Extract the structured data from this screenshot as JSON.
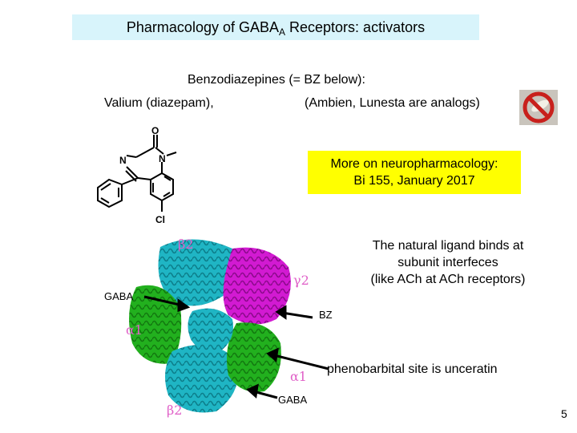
{
  "title": {
    "main": "Pharmacology of GABA",
    "sub": "A",
    "rest": " Receptors: activators"
  },
  "heading": "Benzodiazepines (= BZ below):",
  "valium": "Valium (diazepam),",
  "analogs": "(Ambien, Lunesta are analogs)",
  "more": {
    "line1": "More on neuropharmacology:",
    "line2": "Bi 155, January 2017"
  },
  "ligand": {
    "line1": "The natural ligand binds at",
    "line2": "subunit interfeces",
    "line3": "(like ACh at ACh receptors)"
  },
  "pheno": "phenobarbital site is unceratin",
  "page_number": "5",
  "structure_labels": {
    "o": "O",
    "n1": "N",
    "n2": "N",
    "cl": "Cl"
  },
  "protein_labels": {
    "beta2_top": "β2",
    "gamma2": "γ2",
    "gaba_left": "GABA",
    "alpha1_left": "α1",
    "bz": "BZ",
    "alpha1_bottom": "α1",
    "gaba_bottom": "GABA",
    "beta2_bottom": "β2"
  },
  "colors": {
    "title_bg": "#d8f4fb",
    "highlight": "#ffff00",
    "cyan": "#1fb5c4",
    "green": "#22b01e",
    "magenta": "#d21ad2",
    "label_pink": "#e060c8"
  }
}
